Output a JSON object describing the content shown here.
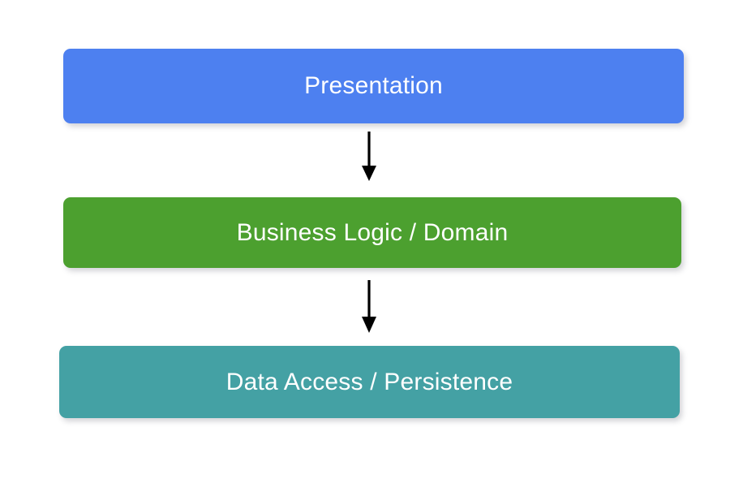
{
  "diagram": {
    "type": "layered-architecture-flow",
    "background_color": "#ffffff",
    "orientation": "vertical-top-down",
    "nodes": [
      {
        "id": "presentation",
        "label": "Presentation",
        "fill_color": "#4d80f0",
        "text_color": "#ffffff"
      },
      {
        "id": "business-logic",
        "label": "Business Logic / Domain",
        "fill_color": "#4ca02f",
        "text_color": "#ffffff"
      },
      {
        "id": "data-access",
        "label": "Data Access / Persistence",
        "fill_color": "#44a1a4",
        "text_color": "#ffffff"
      }
    ],
    "edges": [
      {
        "id": "presentation-to-business",
        "from": "presentation",
        "to": "business-logic",
        "style": "solid-arrow",
        "color": "#000000",
        "label": ""
      },
      {
        "id": "business-to-data",
        "from": "business-logic",
        "to": "data-access",
        "style": "solid-arrow",
        "color": "#000000",
        "label": ""
      }
    ]
  }
}
